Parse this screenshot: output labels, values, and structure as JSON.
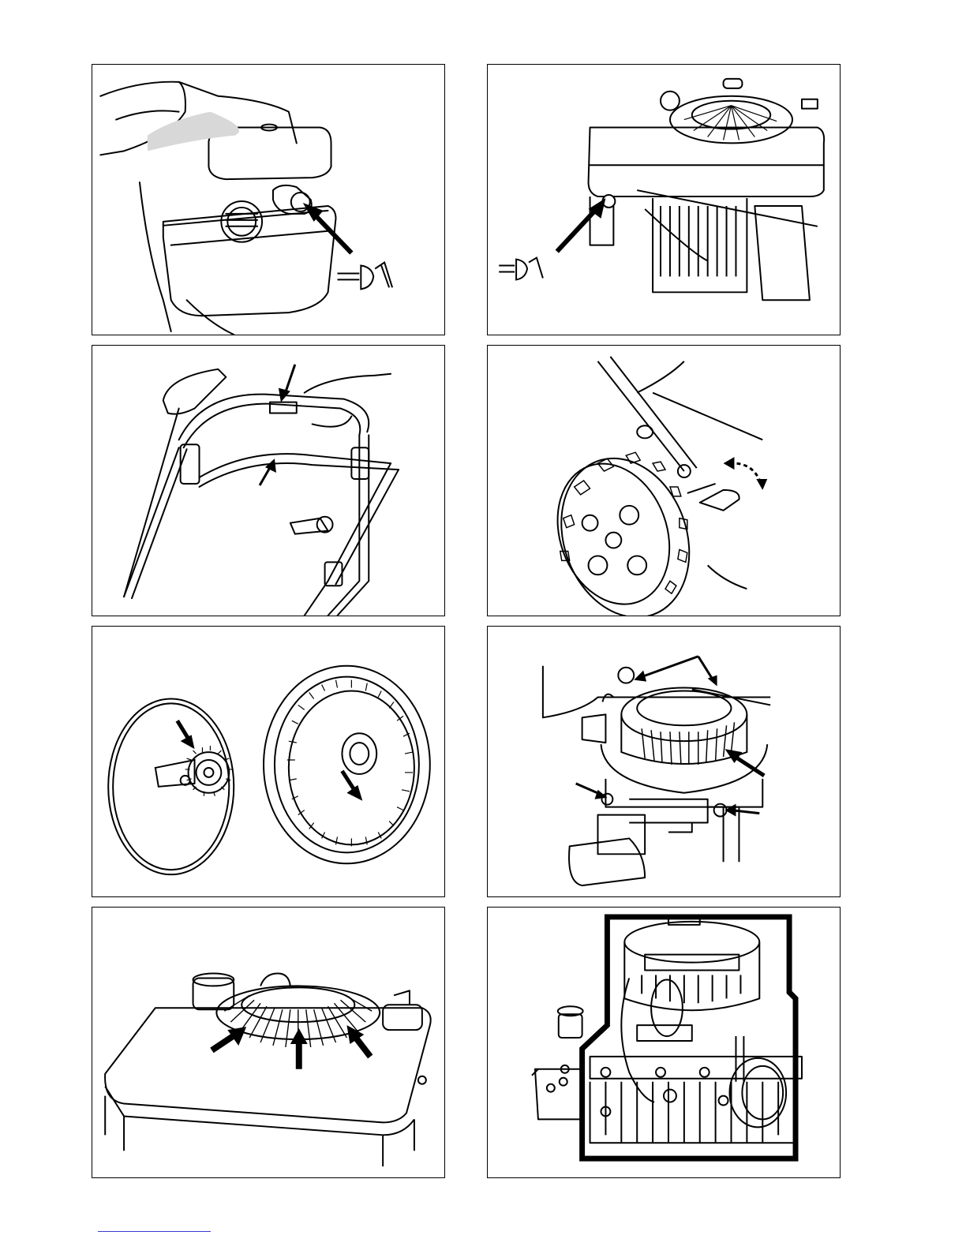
{
  "page": {
    "background": "#ffffff",
    "ink": "#000000",
    "footer_rule_color": "#3b3bd0"
  },
  "figures": [
    {
      "id": 1,
      "subject": "fuel-tank-primer-bulb",
      "icons": [
        "arrow-icon",
        "press-hand-icon"
      ]
    },
    {
      "id": 2,
      "subject": "engine-primer-button",
      "icons": [
        "arrow-icon",
        "press-hand-icon"
      ]
    },
    {
      "id": 3,
      "subject": "handle-control-bar",
      "icons": [
        "arrow-icon"
      ]
    },
    {
      "id": 4,
      "subject": "wheel-height-lever",
      "icons": [
        "double-arrow-icon"
      ]
    },
    {
      "id": 5,
      "subject": "wheel-gear-drive",
      "icons": [
        "arrow-icon"
      ]
    },
    {
      "id": 6,
      "subject": "starter-housing-screws",
      "icons": [
        "arrow-icon"
      ]
    },
    {
      "id": 7,
      "subject": "engine-cover-cooling-fins",
      "icons": [
        "arrow-icon"
      ]
    },
    {
      "id": 8,
      "subject": "engine-cylinder-shroud",
      "icons": []
    }
  ]
}
